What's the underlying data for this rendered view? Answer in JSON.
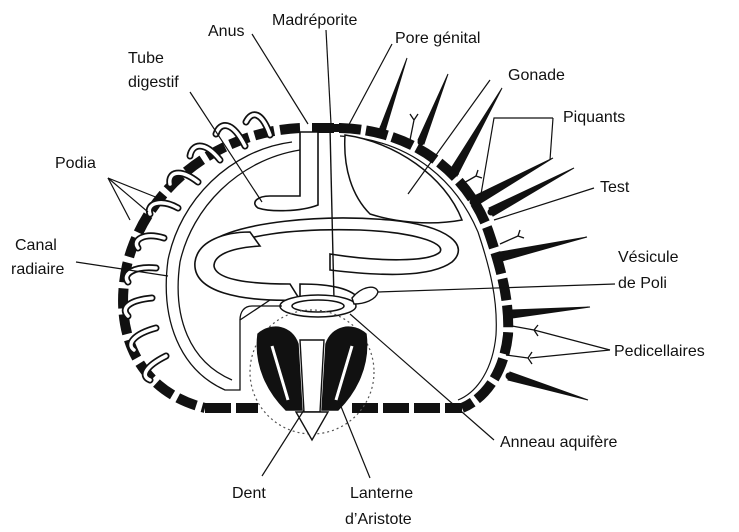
{
  "labels": {
    "anus": "Anus",
    "madreporite": "Madréporite",
    "pore_genital": "Pore génital",
    "tube": "Tube",
    "digestif": "digestif",
    "gonade": "Gonade",
    "piquants": "Piquants",
    "podia": "Podia",
    "test": "Test",
    "canal": "Canal",
    "radiaire": "radiaire",
    "vesicule": "Vésicule",
    "de_poli": "de Poli",
    "pedicellaires": "Pedicellaires",
    "anneau_aquifere": "Anneau aquifère",
    "dent": "Dent",
    "lanterne": "Lanterne",
    "daristote": "d’Aristote"
  },
  "colors": {
    "ink": "#111111",
    "paper": "#ffffff"
  }
}
